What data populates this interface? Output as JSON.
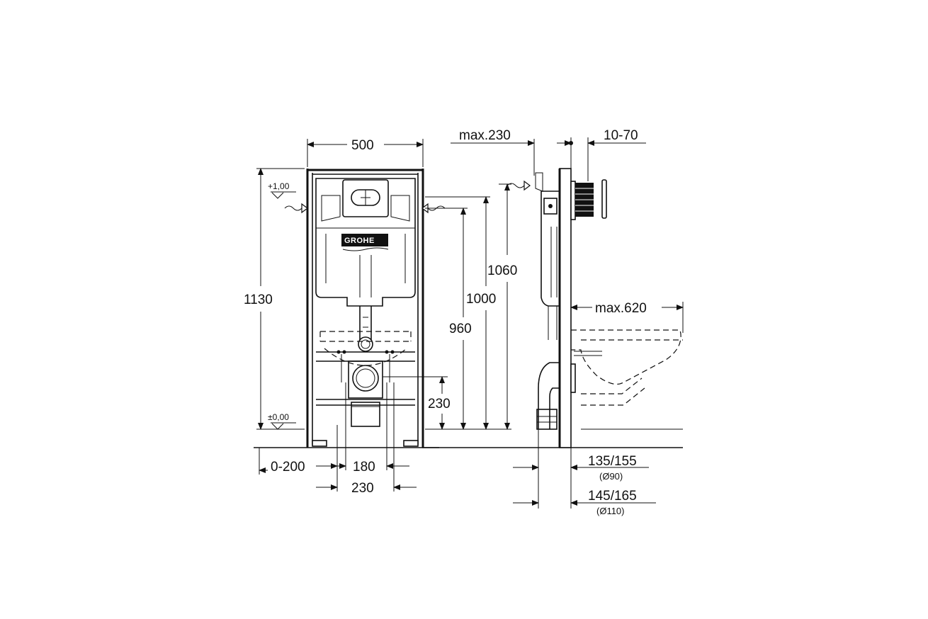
{
  "front_view": {
    "width": "500",
    "total_height": "1130",
    "level_top": "+1,00",
    "level_bottom": "±0,00",
    "height_1060": "1060",
    "height_1000": "1000",
    "height_960": "960",
    "height_230": "230",
    "offset_0_200": "0-200",
    "width_180": "180",
    "width_230": "230",
    "logo": "GROHE"
  },
  "side_view": {
    "max_230": "max.230",
    "range_10_70": "10-70",
    "max_620": "max.620",
    "dim_135_155": "135/155",
    "diam_90": "(Ø90)",
    "dim_145_165": "145/165",
    "diam_110": "(Ø110)"
  }
}
